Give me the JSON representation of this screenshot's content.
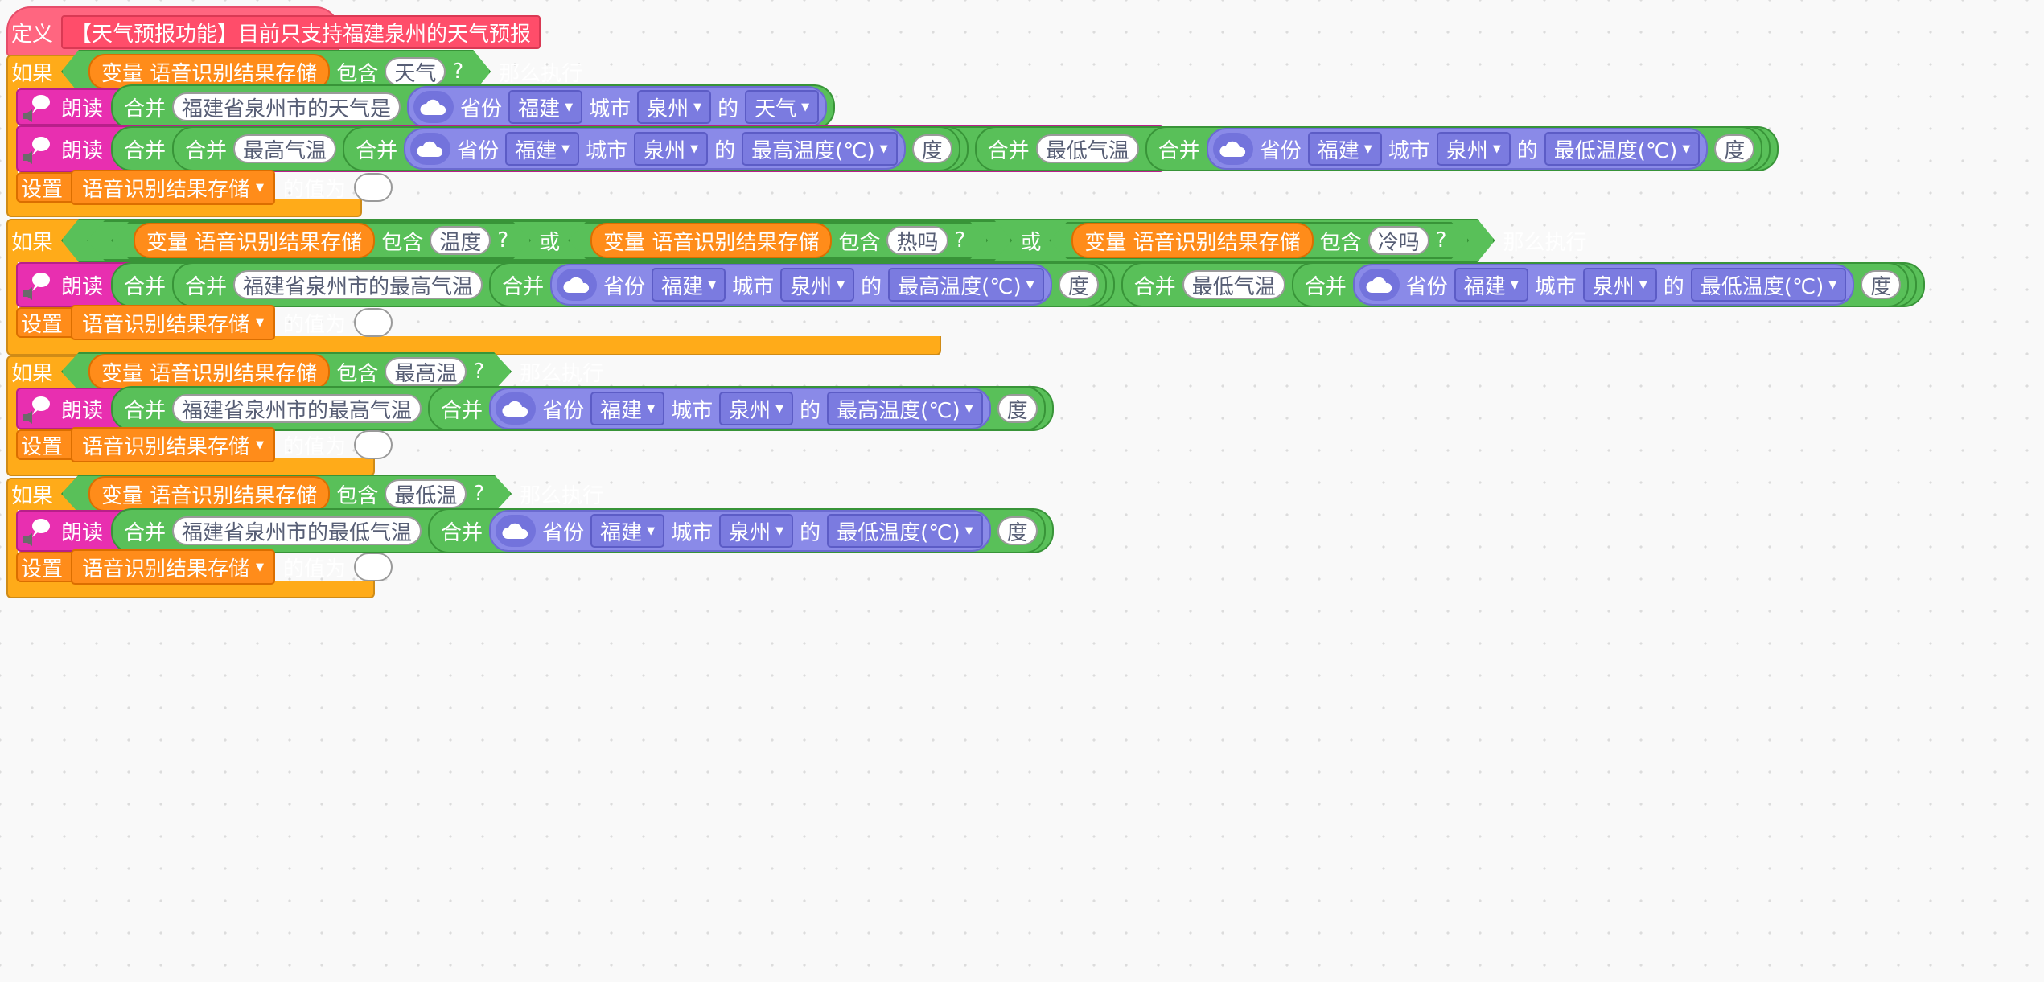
{
  "define": {
    "keyword": "定义",
    "name": "【天气预报功能】目前只支持福建泉州的天气预报"
  },
  "common": {
    "if": "如果",
    "then": "那么执行",
    "contains": "包含",
    "q": "?",
    "or": "或",
    "variable": "变量",
    "var_name": "语音识别结果存储",
    "read": "朗读",
    "join": "合并",
    "set": "设置",
    "value_is": "的值为",
    "province": "省份",
    "city": "城市",
    "of": "的",
    "fujian": "福建",
    "quanzhou": "泉州",
    "degree": "度",
    "weather": "天气",
    "max_temp_field": "最高温度(℃)",
    "min_temp_field": "最低温度(℃)",
    "max_label": "最高气温",
    "min_label": "最低气温"
  },
  "blocks": [
    {
      "keyword": "天气",
      "read1_text": "福建省泉州市的天气是"
    },
    {
      "keywords": [
        "温度",
        "热吗",
        "冷吗"
      ],
      "read_text": "福建省泉州市的最高气温"
    },
    {
      "keyword": "最高温",
      "read_text": "福建省泉州市的最高气温"
    },
    {
      "keyword": "最低温",
      "read_text": "福建省泉州市的最低气温"
    }
  ]
}
